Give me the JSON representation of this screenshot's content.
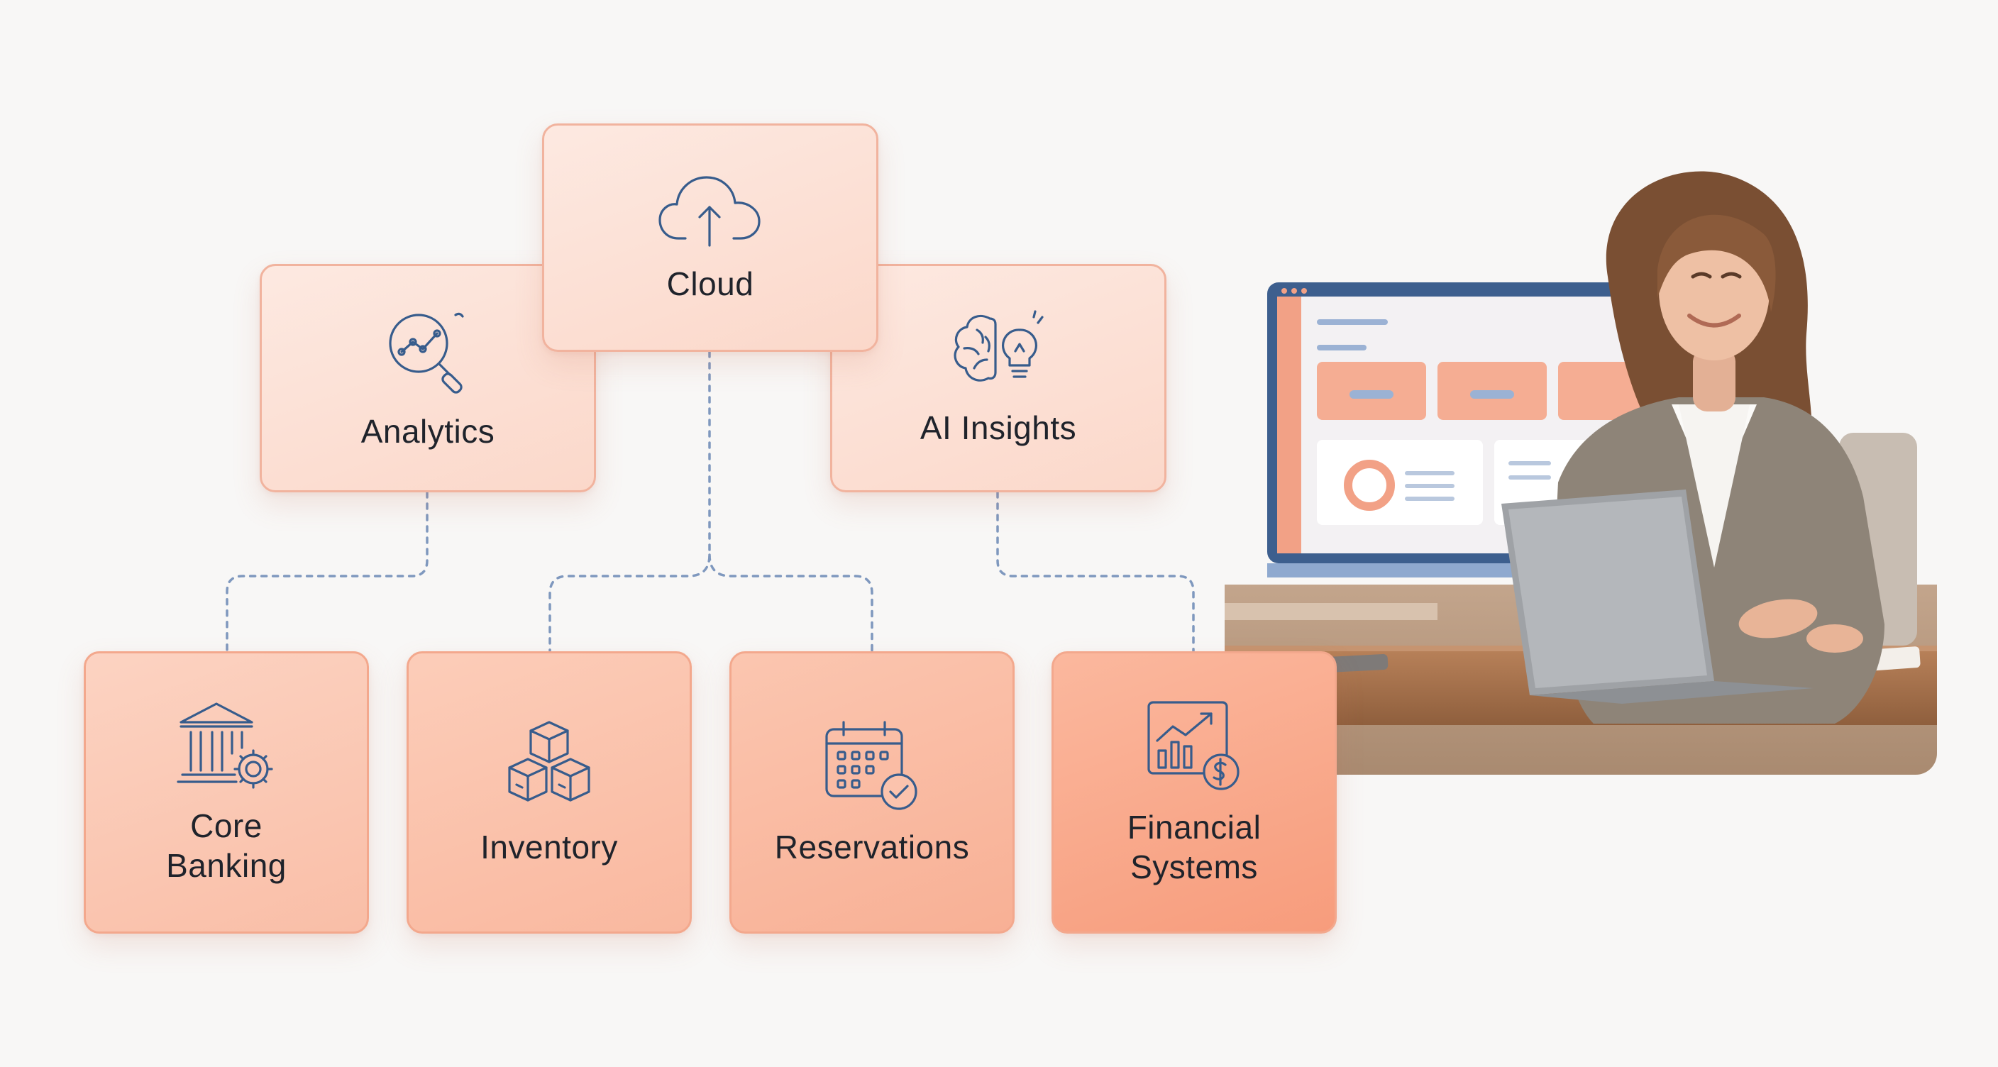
{
  "diagram": {
    "nodes": {
      "cloud": {
        "label": "Cloud",
        "icon": "cloud-upload-icon"
      },
      "analytics": {
        "label": "Analytics",
        "icon": "analytics-magnifier-icon"
      },
      "ai_insights": {
        "label": "AI Insights",
        "icon": "brain-lightbulb-icon"
      },
      "core_banking": {
        "label_line1": "Core",
        "label_line2": "Banking",
        "icon": "bank-gear-icon"
      },
      "inventory": {
        "label": "Inventory",
        "icon": "stacked-boxes-icon"
      },
      "reservations": {
        "label": "Reservations",
        "icon": "calendar-check-icon"
      },
      "financial_systems": {
        "label_line1": "Financial",
        "label_line2": "Systems",
        "icon": "chart-dollar-icon"
      }
    },
    "connections": [
      [
        "analytics",
        "core_banking"
      ],
      [
        "cloud",
        "inventory"
      ],
      [
        "cloud",
        "reservations"
      ],
      [
        "ai_insights",
        "financial_systems"
      ]
    ],
    "colors": {
      "icon_stroke": "#375c8c",
      "connector": "#7f98be",
      "node_light": "#fde9e1",
      "node_dark": "#f79c7c"
    }
  },
  "photo": {
    "subject": "photo-woman-working-on-laptop"
  }
}
